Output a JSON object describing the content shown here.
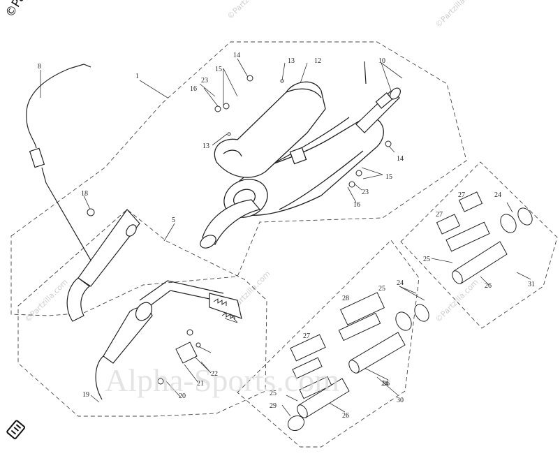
{
  "copyright_text": "©Partzilla.com",
  "background_watermark": "©Partzilla.com",
  "center_watermark": "Alpha-Sports.com",
  "callout_numbers": {
    "n1": "1",
    "n5": "5",
    "n8": "8",
    "n10": "10",
    "n12": "12",
    "n13a": "13",
    "n13b": "13",
    "n14a": "14",
    "n14b": "14",
    "n15a": "15",
    "n15b": "15",
    "n16a": "16",
    "n16b": "16",
    "n18": "18",
    "n19": "19",
    "n20": "20",
    "n21": "21",
    "n22": "22",
    "n23a": "23",
    "n23b": "23",
    "n24a": "24",
    "n24b": "24",
    "n24c": "24",
    "n25a": "25",
    "n25b": "25",
    "n25c": "25",
    "n26a": "26",
    "n26b": "26",
    "n26c": "26",
    "n27a": "27",
    "n27b": "27",
    "n27c": "27",
    "n28": "28",
    "n29": "29",
    "n30": "30",
    "n31": "31"
  },
  "icons": {
    "corner_icon": "partzilla-logo-icon"
  }
}
